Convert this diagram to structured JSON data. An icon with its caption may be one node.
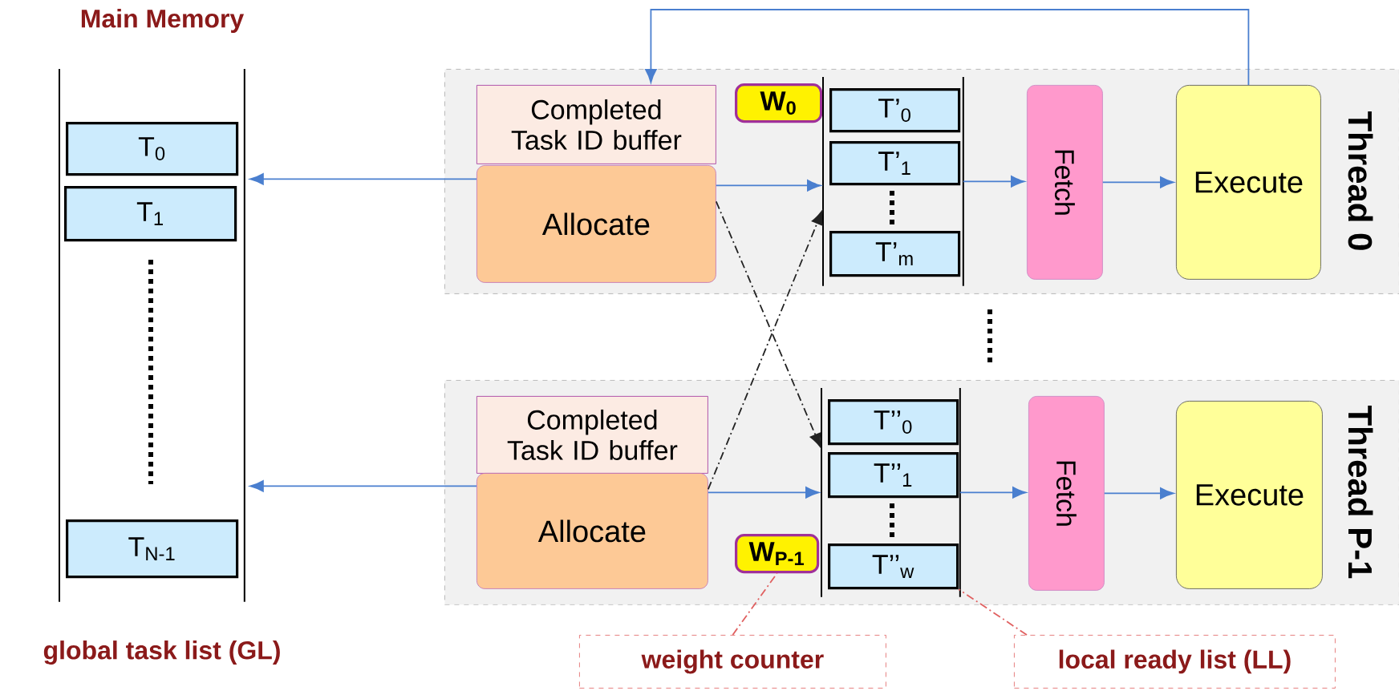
{
  "diagram": {
    "nodes": [
      {
        "text": [
          "Main Memory"
        ]
      },
      {
        "text": [
          "T$_{0}$"
        ],
        "in": 0
      },
      {
        "text": [
          "T$_{1}$"
        ],
        "in": 0
      },
      {
        "text": [
          "T$_{N-1}$"
        ],
        "in": 0
      },
      {
        "text": [
          "Thread 0"
        ]
      },
      {
        "text": [
          "Completed Task ID buffer"
        ],
        "in": 4
      },
      {
        "text": [
          "Allocate"
        ],
        "in": 4
      },
      {
        "text": [
          "W$_{0}$"
        ],
        "in": 4
      },
      {
        "text": [],
        "shape": "box",
        "in": 4
      },
      {
        "text": [
          "T’$_{0}$"
        ],
        "in": 8
      },
      {
        "text": [
          "T’$_{1}$"
        ],
        "in": 8
      },
      {
        "text": [
          "T’$_{m}$"
        ],
        "in": 8
      },
      {
        "text": [
          "Fetch"
        ],
        "in": 4
      },
      {
        "text": [
          "Execute"
        ],
        "in": 4
      },
      {
        "text": [
          "Thread P-1"
        ]
      },
      {
        "text": [
          "Completed Task ID buffer"
        ],
        "in": 14
      },
      {
        "text": [
          "Allocate"
        ],
        "in": 14
      },
      {
        "text": [
          "W$_{P-1}$"
        ],
        "in": 14
      },
      {
        "text": [],
        "shape": "box",
        "in": 14
      },
      {
        "text": [
          "T’’$_{0}$"
        ],
        "in": 18
      },
      {
        "text": [
          "T’’$_{1}$"
        ],
        "in": 18
      },
      {
        "text": [
          "T’’$_{w}$"
        ],
        "in": 18
      },
      {
        "text": [
          "Fetch"
        ],
        "in": 14
      },
      {
        "text": [
          "Execute"
        ],
        "in": 14
      },
      {
        "text": [
          "weight counter"
        ]
      },
      {
        "text": [
          "local ready list (LL)"
        ]
      }
    ],
    "edges": [
      {
        "from": 6,
        "to": 0,
        "arrow": "to"
      },
      {
        "from": 6,
        "to": 8,
        "arrow": "to"
      },
      {
        "from": 8,
        "to": 12,
        "arrow": "to"
      },
      {
        "from": 12,
        "to": 13,
        "arrow": "to"
      },
      {
        "from": 13,
        "to": 5,
        "arrow": "to"
      },
      {
        "from": 16,
        "to": 0,
        "arrow": "to"
      },
      {
        "from": 16,
        "to": 18,
        "arrow": "to"
      },
      {
        "from": 18,
        "to": 22,
        "arrow": "to"
      },
      {
        "from": 22,
        "to": 23,
        "arrow": "to"
      },
      {
        "from": 6,
        "to": 18,
        "arrow": "to",
        "style": "dashed",
        "color": "#222222"
      },
      {
        "from": 16,
        "to": 8,
        "arrow": "to",
        "style": "dashed",
        "color": "#222222"
      },
      {
        "from": 24,
        "to": 17,
        "arrow": "none",
        "style": "dashed",
        "color": "#e06060"
      },
      {
        "from": 25,
        "to": 21,
        "arrow": "none",
        "style": "dashed",
        "color": "#e06060"
      }
    ],
    "labels": [
      "global task list (GL)"
    ]
  }
}
